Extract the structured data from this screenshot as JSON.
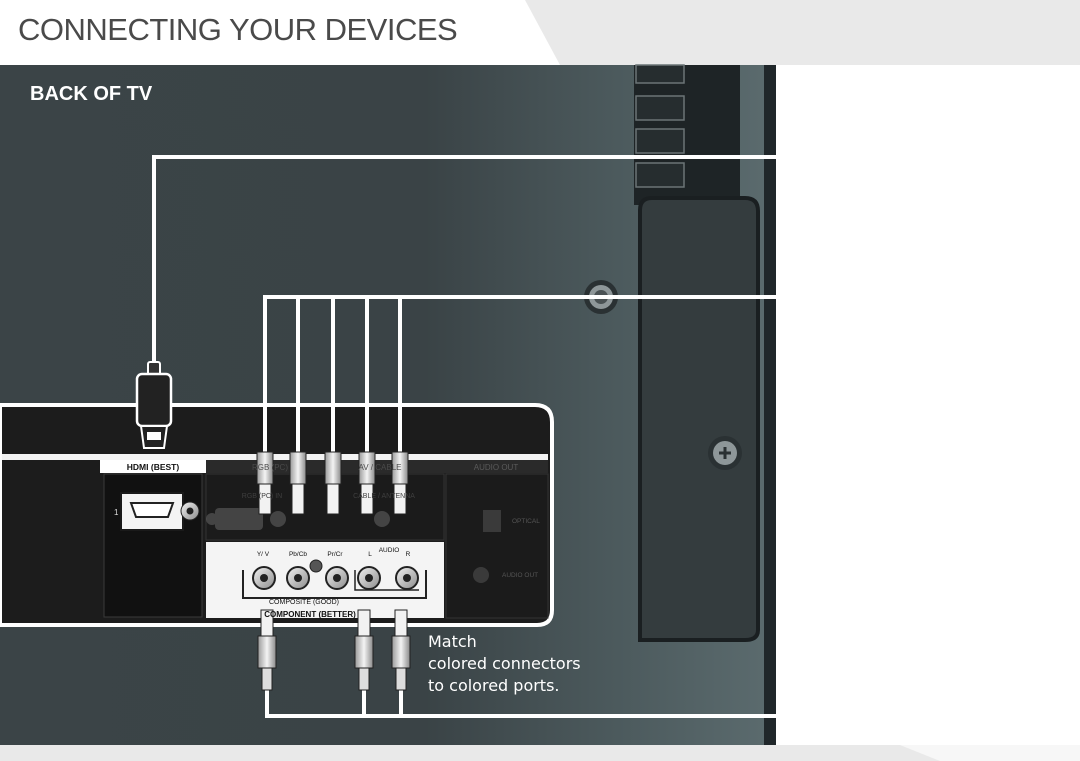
{
  "page": {
    "title": "CONNECTING YOUR DEVICES",
    "section_title": "BACK OF TV"
  },
  "ports": {
    "hdmi_label": "HDMI (BEST)",
    "hdmi_number": "1",
    "rgb_header": "RGB (PC)",
    "av_header": "AV / CABLE",
    "audio_out_header": "AUDIO OUT",
    "rgb_port_label": "RGB (PC) IN",
    "cable_antenna_label": "CABLE / ANTENNA",
    "optical_label": "OPTICAL",
    "audio_out_label": "AUDIO OUT",
    "component_labels": [
      "Y/ V",
      "Pb/Cb",
      "Pr/Cr",
      "L",
      "R"
    ],
    "audio_label": "AUDIO",
    "composite_label": "COMPOSITE (GOOD)",
    "component_label": "COMPONENT (BETTER)"
  },
  "callout": {
    "line1": "Match",
    "line2": "colored connectors",
    "line3": "to colored ports."
  },
  "colors": {
    "tv_back": "#3a4346",
    "panel": "#1f1f1f",
    "cable": "#ffffff",
    "title": "#4a4a4a"
  },
  "icons": [
    "hdmi-plug-icon",
    "rca-plug-icon",
    "screw-icon",
    "coax-port-icon",
    "optical-port-icon"
  ]
}
